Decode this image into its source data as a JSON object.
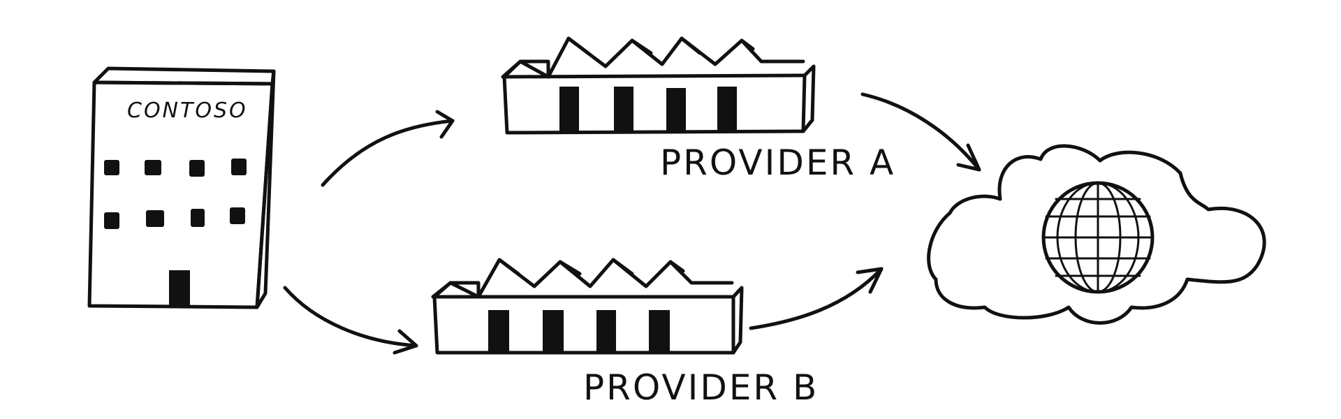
{
  "diagram": {
    "company": {
      "label": "CONTOSO"
    },
    "provider_a": {
      "label": "PROVIDER A"
    },
    "provider_b": {
      "label": "PROVIDER B"
    },
    "internet": {
      "icon": "globe-in-cloud-icon"
    },
    "connections": [
      {
        "from": "CONTOSO",
        "to": "PROVIDER A"
      },
      {
        "from": "CONTOSO",
        "to": "PROVIDER B"
      },
      {
        "from": "PROVIDER A",
        "to": "internet"
      },
      {
        "from": "PROVIDER B",
        "to": "internet"
      }
    ],
    "colors": {
      "ink": "#111111",
      "background": "#ffffff"
    }
  }
}
